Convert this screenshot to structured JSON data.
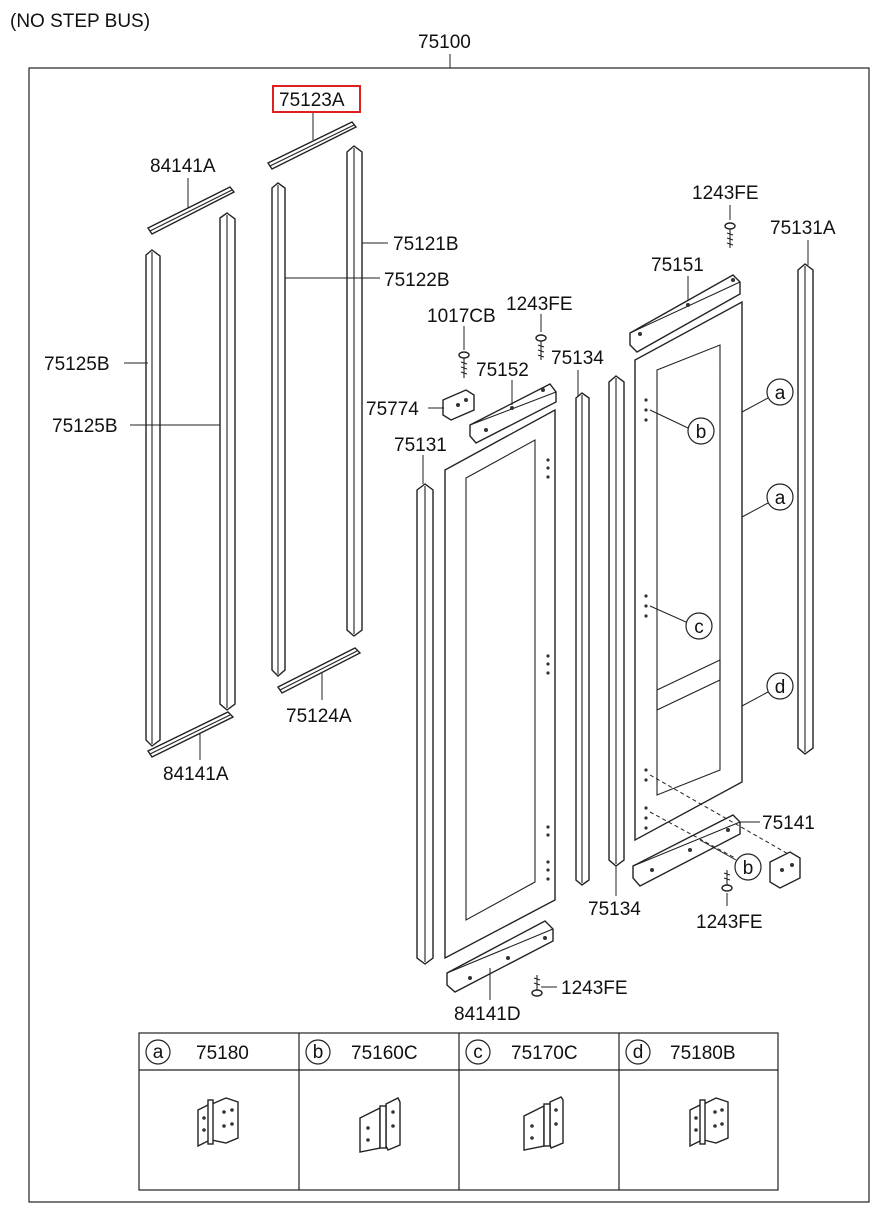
{
  "diagram": {
    "heading": "(NO STEP BUS)",
    "assembly_number": "75100",
    "highlight_color": "#e02020",
    "labels": {
      "p75123A": "75123A",
      "p84141A_top": "84141A",
      "p75121B": "75121B",
      "p75122B": "75122B",
      "p75125B_1": "75125B",
      "p75125B_2": "75125B",
      "p75124A": "75124A",
      "p84141A_bot": "84141A",
      "p1243FE_top": "1243FE",
      "p75131A": "75131A",
      "p75151": "75151",
      "p1017CB": "1017CB",
      "p1243FE_mid": "1243FE",
      "p75152": "75152",
      "p75134_top": "75134",
      "p75774": "75774",
      "p75131": "75131",
      "p75141": "75141",
      "p75134_bot": "75134",
      "p1243FE_right": "1243FE",
      "p1243FE_bot": "1243FE",
      "p84141D": "84141D"
    },
    "callouts": {
      "a1": "a",
      "a2": "a",
      "b1": "b",
      "c1": "c",
      "d1": "d",
      "b2": "b"
    },
    "legend": [
      {
        "letter": "a",
        "part": "75180"
      },
      {
        "letter": "b",
        "part": "75160C"
      },
      {
        "letter": "c",
        "part": "75170C"
      },
      {
        "letter": "d",
        "part": "75180B"
      }
    ]
  }
}
